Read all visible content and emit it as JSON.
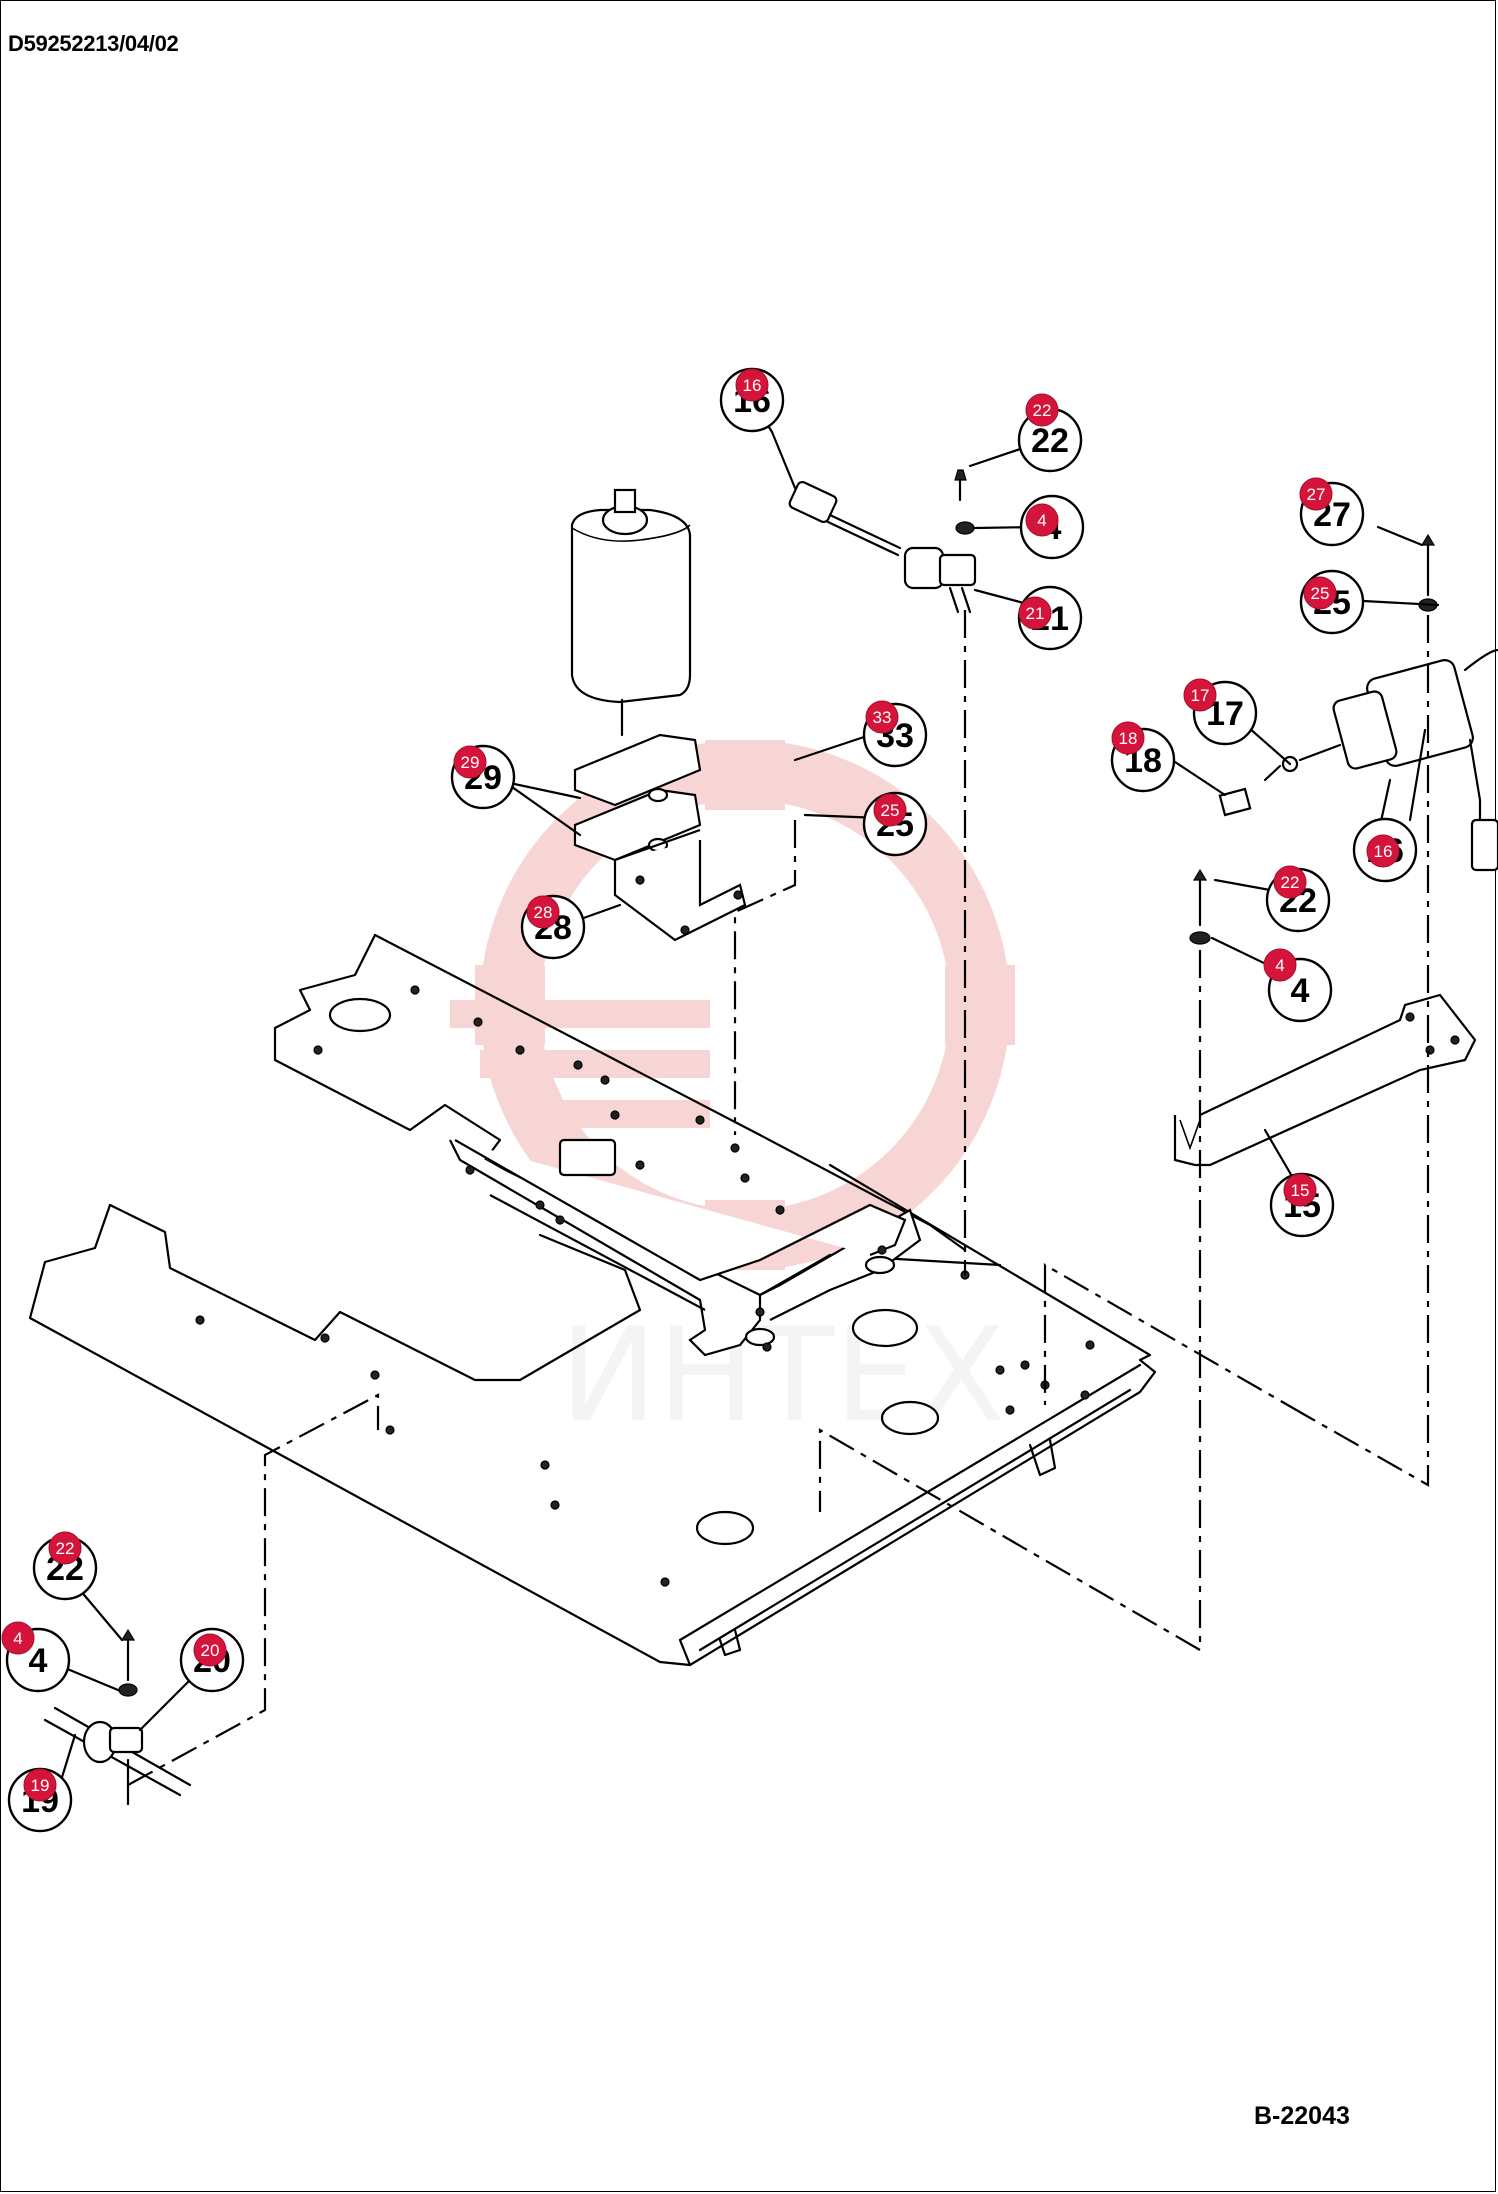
{
  "header": {
    "document_code": "D59252213/04/02"
  },
  "footer": {
    "sheet_code": "B-22043"
  },
  "watermark": {
    "text": "ИНТЕХ",
    "color": "#e8b4b4"
  },
  "colors": {
    "line": "#000000",
    "badge": "#d4143a",
    "badge_text": "#ffffff"
  },
  "callouts": [
    {
      "id": "c16a",
      "number": "16",
      "badge": "16"
    },
    {
      "id": "c22a",
      "number": "22",
      "badge": "22"
    },
    {
      "id": "c4a",
      "number": "4",
      "badge": "4"
    },
    {
      "id": "c21",
      "number": "21",
      "badge": "21"
    },
    {
      "id": "c27",
      "number": "27",
      "badge": "27"
    },
    {
      "id": "c25a",
      "number": "25",
      "badge": "25"
    },
    {
      "id": "c17",
      "number": "17",
      "badge": "17"
    },
    {
      "id": "c18",
      "number": "18",
      "badge": "18"
    },
    {
      "id": "c16b",
      "number": "16",
      "badge": "16"
    },
    {
      "id": "c33",
      "number": "33",
      "badge": "33"
    },
    {
      "id": "c25b",
      "number": "25",
      "badge": "25"
    },
    {
      "id": "c29",
      "number": "29",
      "badge": "29"
    },
    {
      "id": "c28",
      "number": "28",
      "badge": "28"
    },
    {
      "id": "c22b",
      "number": "22",
      "badge": "22"
    },
    {
      "id": "c4b",
      "number": "4",
      "badge": "4"
    },
    {
      "id": "c15",
      "number": "15",
      "badge": "15"
    },
    {
      "id": "c22c",
      "number": "22",
      "badge": "22"
    },
    {
      "id": "c4c",
      "number": "4",
      "badge": "4"
    },
    {
      "id": "c20",
      "number": "20",
      "badge": "20"
    },
    {
      "id": "c19",
      "number": "19",
      "badge": "19"
    }
  ]
}
